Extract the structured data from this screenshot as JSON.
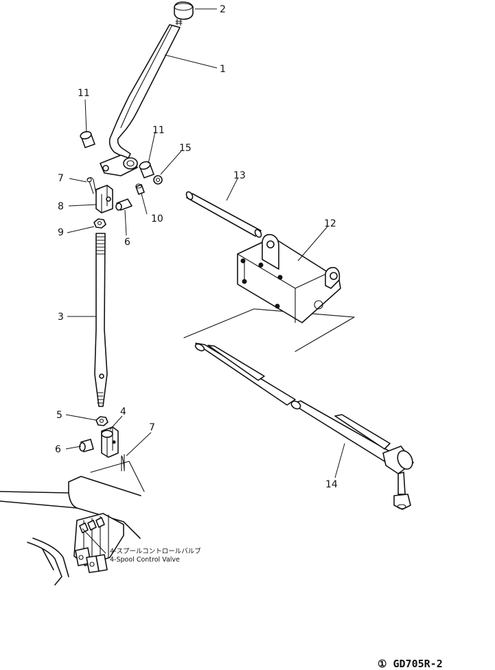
{
  "callouts": {
    "c1": "1",
    "c2": "2",
    "c3": "3",
    "c4": "4",
    "c5": "5",
    "c6a": "6",
    "c6b": "6",
    "c7a": "7",
    "c7b": "7",
    "c8": "8",
    "c9": "9",
    "c10": "10",
    "c11a": "11",
    "c11b": "11",
    "c12": "12",
    "c13": "13",
    "c14": "14",
    "c15": "15"
  },
  "valve_label": {
    "japanese": "4-スプールコントロールバルブ",
    "english": "4-Spool Control Valve"
  },
  "drawing_code": "① GD705R-2"
}
